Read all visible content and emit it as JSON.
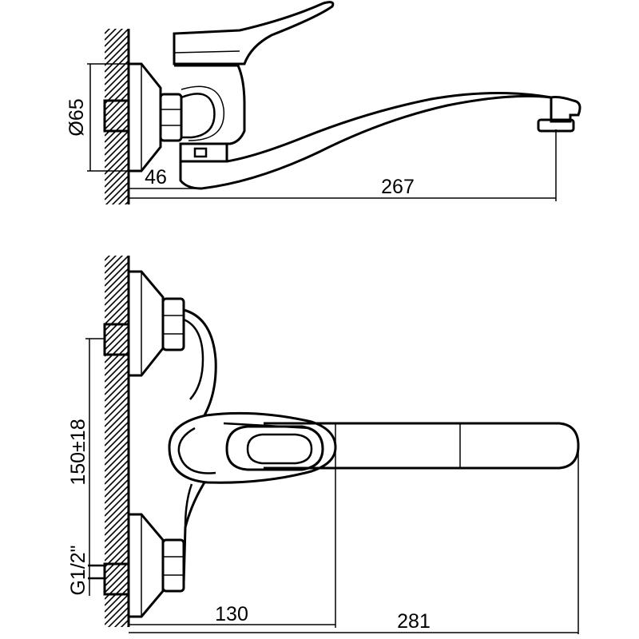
{
  "side_view": {
    "diameter_label": "Ø65",
    "offset_label": "46",
    "reach_label": "267"
  },
  "front_view": {
    "height_label": "150±18",
    "thread_label": "G1/2\"",
    "axis_label": "130",
    "overall_label": "281"
  }
}
